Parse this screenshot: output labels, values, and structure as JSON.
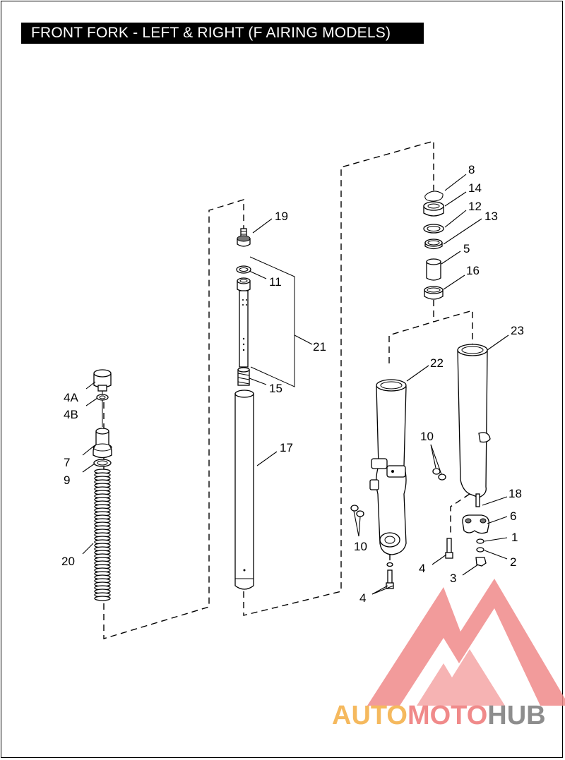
{
  "title": "FRONT FORK - LEFT & RIGHT (F AIRING MODELS)",
  "labels": {
    "p1": "1",
    "p2": "2",
    "p3": "3",
    "p4a": "4",
    "p4b": "4",
    "p4A": "4A",
    "p4B": "4B",
    "p5": "5",
    "p6": "6",
    "p7": "7",
    "p8": "8",
    "p9": "9",
    "p10a": "10",
    "p10b": "10",
    "p11": "11",
    "p12": "12",
    "p13": "13",
    "p14": "14",
    "p15": "15",
    "p16": "16",
    "p17": "17",
    "p18": "18",
    "p19": "19",
    "p20": "20",
    "p21": "21",
    "p22": "22",
    "p23": "23"
  },
  "watermark": {
    "part1": "AUTO",
    "part2": "MOTO",
    "part3": "HUB",
    "colors": {
      "orange": "#f5b95e",
      "red": "#f08a8a",
      "gray": "#8d8d8d"
    }
  }
}
